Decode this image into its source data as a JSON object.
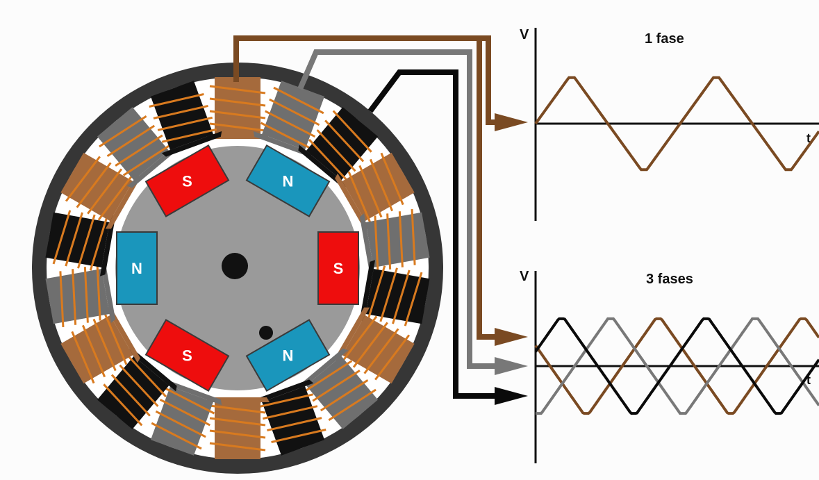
{
  "colors": {
    "phase_a": "#7a4a22",
    "phase_b": "#787878",
    "phase_c": "#0a0a0a",
    "stator_ring": "#363636",
    "rotor": "#9a9a9a",
    "pole_n": "#1a96bc",
    "pole_s": "#ee0d0d",
    "coil_brown": "#a56a3c",
    "coil_gray": "#6f6f6f",
    "coil_black": "#111111",
    "winding": "#d87a1f"
  },
  "rotor": {
    "poles": [
      {
        "label": "S"
      },
      {
        "label": "N"
      },
      {
        "label": "S"
      },
      {
        "label": "N"
      },
      {
        "label": "S"
      },
      {
        "label": "N"
      }
    ]
  },
  "graphs": {
    "single": {
      "title": "1 fase",
      "y_label": "V",
      "x_label": "t"
    },
    "three": {
      "title": "3 fases",
      "y_label": "V",
      "x_label": "t"
    }
  }
}
